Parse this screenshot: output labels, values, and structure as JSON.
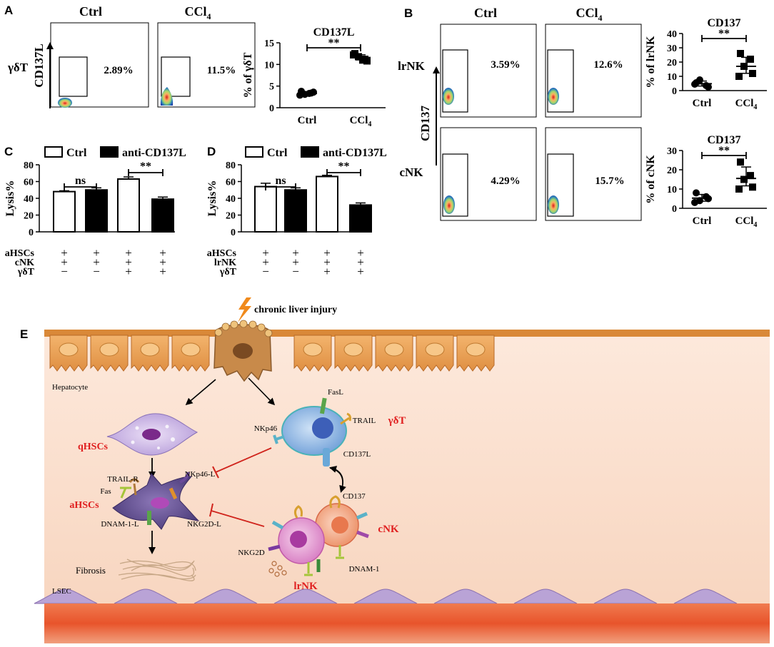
{
  "panels": {
    "A": "A",
    "B": "B",
    "C": "C",
    "D": "D",
    "E": "E"
  },
  "flow": {
    "ctrl": "Ctrl",
    "ccl4": "CCl",
    "sub4": "4",
    "A": {
      "row": "γδT",
      "axis": "CD137L",
      "ctrl_pct": "2.89%",
      "ccl4_pct": "11.5%"
    },
    "B": {
      "axis": "CD137",
      "rows": [
        {
          "label": "lrNK",
          "ctrl_pct": "3.59%",
          "ccl4_pct": "12.6%"
        },
        {
          "label": "cNK",
          "ctrl_pct": "4.29%",
          "ccl4_pct": "15.7%"
        }
      ]
    }
  },
  "chart_data": [
    {
      "id": "A-scatter",
      "type": "scatter",
      "title": "CD137L",
      "ylabel": "% of γδT",
      "categories": [
        "Ctrl",
        "CCl4"
      ],
      "ylim": [
        0,
        15
      ],
      "yticks": [
        0,
        5,
        10,
        15
      ],
      "series": [
        {
          "values": [
            3.8,
            3.4,
            3.1,
            3.6,
            2.9,
            3.3
          ],
          "mean": 3.3
        },
        {
          "values": [
            12.5,
            11.2,
            11.8,
            10.8,
            12.2,
            11.0
          ],
          "mean": 11.6
        }
      ],
      "significance": "**"
    },
    {
      "id": "B-lrNK",
      "type": "scatter",
      "title": "CD137",
      "ylabel": "% of lrNK",
      "categories": [
        "Ctrl",
        "CCl4"
      ],
      "ylim": [
        0,
        40
      ],
      "yticks": [
        0,
        10,
        20,
        30,
        40
      ],
      "series": [
        {
          "values": [
            5.5,
            3.5,
            7.5,
            2.5,
            4.5
          ],
          "mean": 4.8
        },
        {
          "values": [
            26,
            22,
            17,
            12,
            10
          ],
          "mean": 17
        }
      ],
      "significance": "**"
    },
    {
      "id": "B-cNK",
      "type": "scatter",
      "title": "CD137",
      "ylabel": "% of cNK",
      "categories": [
        "Ctrl",
        "CCl4"
      ],
      "ylim": [
        0,
        30
      ],
      "yticks": [
        0,
        10,
        20,
        30
      ],
      "series": [
        {
          "values": [
            8,
            6,
            4,
            5,
            3
          ],
          "mean": 5.3
        },
        {
          "values": [
            24,
            17,
            15,
            11,
            10
          ],
          "mean": 15.5
        }
      ],
      "significance": "**"
    },
    {
      "id": "C-bar",
      "type": "bar",
      "ylabel": "Lysis%",
      "ylim": [
        0,
        80
      ],
      "yticks": [
        0,
        20,
        40,
        60,
        80
      ],
      "values": [
        48,
        50,
        63,
        39
      ],
      "errors": [
        1,
        2.5,
        2.5,
        2.5
      ],
      "fills": [
        "white",
        "black",
        "white",
        "black"
      ],
      "legend": [
        "Ctrl",
        "anti-CD137L"
      ],
      "significance": [
        "ns",
        "**"
      ],
      "rows": [
        {
          "label": "aHSCs",
          "marks": [
            "+",
            "+",
            "+",
            "+"
          ]
        },
        {
          "label": "cNK",
          "marks": [
            "+",
            "+",
            "+",
            "+"
          ]
        },
        {
          "label": "γδT",
          "marks": [
            "−",
            "−",
            "+",
            "+"
          ]
        }
      ]
    },
    {
      "id": "D-bar",
      "type": "bar",
      "ylabel": "Lysis%",
      "ylim": [
        0,
        80
      ],
      "yticks": [
        0,
        20,
        40,
        60,
        80
      ],
      "values": [
        54,
        50,
        66,
        32
      ],
      "errors": [
        4,
        2.5,
        1.5,
        2.5
      ],
      "fills": [
        "white",
        "black",
        "white",
        "black"
      ],
      "legend": [
        "Ctrl",
        "anti-CD137L"
      ],
      "significance": [
        "ns",
        "**"
      ],
      "rows": [
        {
          "label": "aHSCs",
          "marks": [
            "+",
            "+",
            "+",
            "+"
          ]
        },
        {
          "label": "lrNK",
          "marks": [
            "+",
            "+",
            "+",
            "+"
          ]
        },
        {
          "label": "γδT",
          "marks": [
            "−",
            "−",
            "+",
            "+"
          ]
        }
      ]
    }
  ],
  "diagram": {
    "injury": "chronic liver injury",
    "hepatocyte": "Hepatocyte",
    "lsec": "LSEC",
    "qhsc": "qHSCs",
    "ahsc": "aHSCs",
    "gdt": "γδT",
    "cnk": "cNK",
    "lrnk": "lrNK",
    "fibrosis": "Fibrosis",
    "fasl": "FasL",
    "trail": "TRAIL",
    "nkp46": "NKp46",
    "cd137l": "CD137L",
    "cd137": "CD137",
    "trailr": "TRAIL-R",
    "fas": "Fas",
    "nkp46l": "NKp46-L",
    "dnam1l": "DNAM-1-L",
    "nkg2dl": "NKG2D-L",
    "nkg2d": "NKG2D",
    "dnam1": "DNAM-1",
    "colors": {
      "tissue": "#fbe3d3",
      "hepatocyte": "#eaa35a",
      "lsec": "#e04a22",
      "label_red": "#e02020"
    }
  }
}
